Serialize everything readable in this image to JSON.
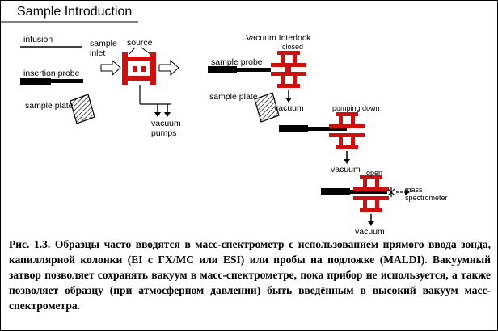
{
  "title": "Sample Introduction",
  "colors": {
    "accent_red": "#cc1111",
    "ink": "#000000"
  },
  "left_panel": {
    "infusion": "infusion",
    "insertion_probe": "insertion probe",
    "sample_plate": "sample plate"
  },
  "source_group": {
    "sample_inlet": "sample\ninlet",
    "source": "source",
    "vacuum_pumps": "vacuum\npumps"
  },
  "interlock": {
    "title": "Vacuum Interlock",
    "sample_probe": "sample probe",
    "sample_plate": "sample plate",
    "closed": "closed",
    "pumping_down": "pumping down",
    "open": "open",
    "vacuum_closed": "vacuum",
    "vacuum_pumping": "vacuum",
    "vacuum_open": "vacuum",
    "mass_spectrometer": "mass\nspectrometer"
  },
  "caption": "Рис. 1.3. Образцы часто вводятся в масс-спектрометр с использованием прямого ввода зонда, капиллярной колонки (EI с ГХ/МС или ESI) или пробы на подложке (MALDI). Вакуумный затвор позволяет сохранять вакуум в масс-спектрометре, пока прибор не используется, а также позволяет образцу (при атмосферном давлении) быть введённым в высокий вакуум масс-спектрометра."
}
